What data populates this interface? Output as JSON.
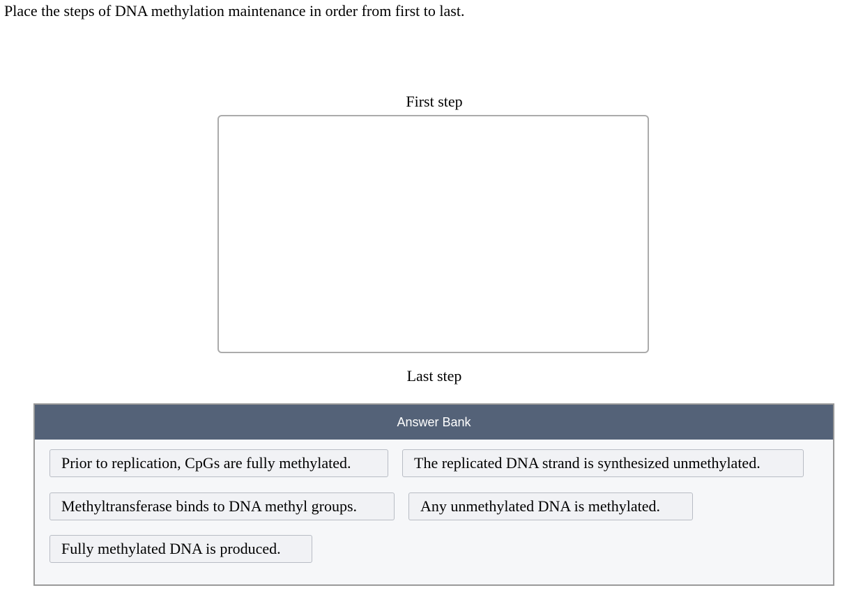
{
  "question": "Place the steps of DNA methylation maintenance in order from first to last.",
  "ordering": {
    "first_label": "First step",
    "last_label": "Last step"
  },
  "answer_bank": {
    "title": "Answer Bank",
    "items": [
      {
        "label": "Prior to replication, CpGs are fully methylated."
      },
      {
        "label": "The replicated DNA strand is synthesized unmethylated."
      },
      {
        "label": "Methyltransferase binds to DNA methyl groups."
      },
      {
        "label": "Any unmethylated DNA is methylated."
      },
      {
        "label": "Fully methylated DNA is produced."
      }
    ]
  },
  "colors": {
    "bank_header_bg": "#546278",
    "bank_bg": "#f6f7f9",
    "chip_bg": "#f1f2f5",
    "drop_zone_border": "#ababab"
  }
}
